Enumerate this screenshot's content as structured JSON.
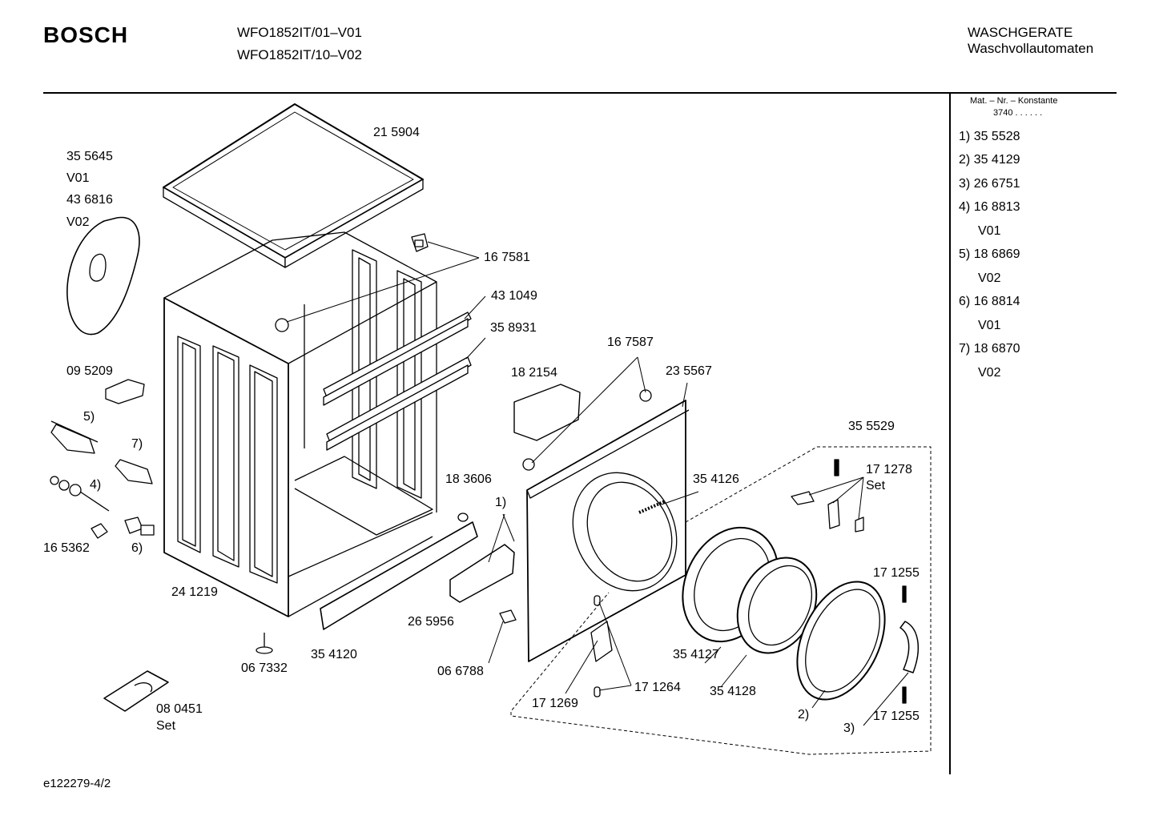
{
  "header": {
    "brand": "BOSCH",
    "models": [
      "WFO1852IT/01–V01",
      "WFO1852IT/10–V02"
    ],
    "category": "WASCHGERATE",
    "subcategory": "Waschvollautomaten"
  },
  "side_panel": {
    "note_line1": "Mat. – Nr. – Konstante",
    "note_line2": "3740  .  .  .  .  .  .",
    "items": [
      {
        "index": "1)",
        "number": "35 5528",
        "variant": ""
      },
      {
        "index": "2)",
        "number": "35 4129",
        "variant": ""
      },
      {
        "index": "3)",
        "number": "26 6751",
        "variant": ""
      },
      {
        "index": "4)",
        "number": "16 8813",
        "variant": "V01"
      },
      {
        "index": "5)",
        "number": "18 6869",
        "variant": "V02"
      },
      {
        "index": "6)",
        "number": "16 8814",
        "variant": "V01"
      },
      {
        "index": "7)",
        "number": "18 6870",
        "variant": "V02"
      }
    ]
  },
  "labels": {
    "l215904": "21 5904",
    "l355645": "35 5645",
    "lv01a": "V01",
    "l436816": "43 6816",
    "lv02a": "V02",
    "l167581": "16 7581",
    "l431049": "43 1049",
    "l358931": "35 8931",
    "l167587": "16 7587",
    "l182154": "18 2154",
    "l235567": "23 5567",
    "l095209": "09 5209",
    "l5": "5)",
    "l7": "7)",
    "l4": "4)",
    "l6": "6)",
    "l165362": "16 5362",
    "l183606": "18 3606",
    "l1": "1)",
    "l354126": "35 4126",
    "l355529": "35 5529",
    "l171278": "17 1278",
    "lset1": "Set",
    "l171255a": "17 1255",
    "l241219": "24 1219",
    "l265956": "26 5956",
    "l067332": "06 7332",
    "l354120": "35 4120",
    "l066788": "06 6788",
    "l354127": "35 4127",
    "l171264": "17 1264",
    "l171269": "17 1269",
    "l354128": "35 4128",
    "l2": "2)",
    "l3": "3)",
    "l171255b": "17 1255",
    "l080451": "08 0451",
    "lset2": "Set"
  },
  "footer": {
    "drawing_id": "e122279-4/2"
  }
}
